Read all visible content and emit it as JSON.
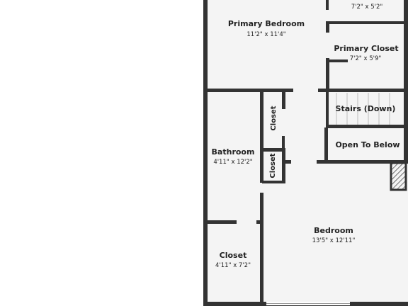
{
  "colors": {
    "floor": "#f4f4f4",
    "wall": "#333333",
    "door_gap": "#ffffff"
  },
  "rooms": {
    "upper_right_room": {
      "name": "",
      "dims": "7'2\" x 5'2\""
    },
    "primary_bedroom": {
      "name": "Primary Bedroom",
      "dims": "11'2\" x 11'4\""
    },
    "primary_closet": {
      "name": "Primary Closet",
      "dims": "7'2\" x 5'9\""
    },
    "stairs": {
      "name": "Stairs (Down)"
    },
    "open_to_below": {
      "name": "Open To Below"
    },
    "hall_closet_upper": {
      "name": "Closet"
    },
    "hall_closet_lower": {
      "name": "Closet"
    },
    "bathroom": {
      "name": "Bathroom",
      "dims": "4'11\" x 12'2\""
    },
    "bedroom": {
      "name": "Bedroom",
      "dims": "13'5\" x 12'11\""
    },
    "closet": {
      "name": "Closet",
      "dims": "4'11\" x 7'2\""
    }
  }
}
